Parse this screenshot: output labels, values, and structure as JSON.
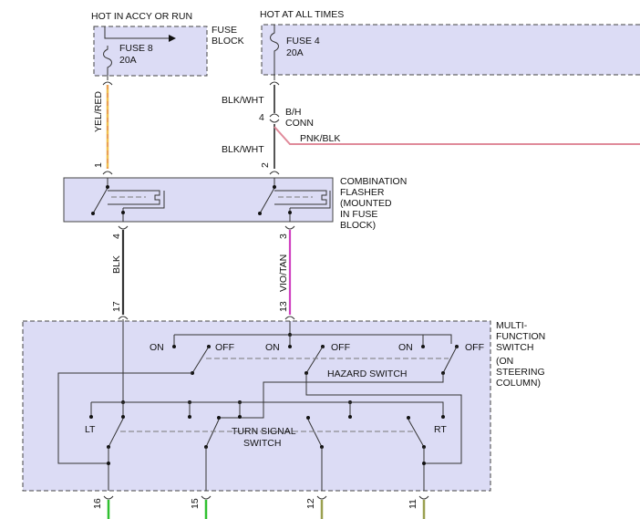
{
  "colors": {
    "box_fill": "#dcdcf5",
    "yel_red": "#f0c050",
    "yel_red_stripe": "#e07060",
    "blk": "#333333",
    "blk_wht": "#555555",
    "pnk_blk": "#e08a9a",
    "vio_tan": "#d040c0",
    "green": "#30c030",
    "olive": "#9aa050"
  },
  "fuse8": {
    "header": "HOT IN ACCY OR RUN",
    "name": "FUSE 8",
    "rating": "20A"
  },
  "fuse4": {
    "header": "HOT AT ALL TIMES",
    "name": "FUSE 4",
    "rating": "20A"
  },
  "fuse_block": {
    "line1": "FUSE",
    "line2": "BLOCK"
  },
  "bh_conn": {
    "pin": "4",
    "line1": "B/H",
    "line2": "CONN"
  },
  "wires": {
    "yel_red": "YEL/RED",
    "blk_wht_top": "BLK/WHT",
    "blk_wht_bottom": "BLK/WHT",
    "pnk_blk": "PNK/BLK",
    "blk": "BLK",
    "vio_tan": "VIO/TAN"
  },
  "flasher": {
    "line1": "COMBINATION",
    "line2": "FLASHER",
    "line3": "(MOUNTED",
    "line4": "IN FUSE",
    "line5": "BLOCK)",
    "pins": {
      "p1": "1",
      "p2": "2",
      "p4": "4",
      "p3": "3"
    }
  },
  "mfs": {
    "line1": "MULTI-",
    "line2": "FUNCTION",
    "line3": "SWITCH",
    "line4": "(ON",
    "line5": "STEERING",
    "line6": "COLUMN)",
    "pins": {
      "p17": "17",
      "p13": "13",
      "p16": "16",
      "p15": "15",
      "p12": "12",
      "p11": "11"
    },
    "on1": "ON",
    "off1": "OFF",
    "on2": "ON",
    "off2": "OFF",
    "on3": "ON",
    "off3": "OFF",
    "hazard": "HAZARD SWITCH",
    "lt": "LT",
    "rt": "RT",
    "turn1": "TURN SIGNAL",
    "turn2": "SWITCH"
  }
}
